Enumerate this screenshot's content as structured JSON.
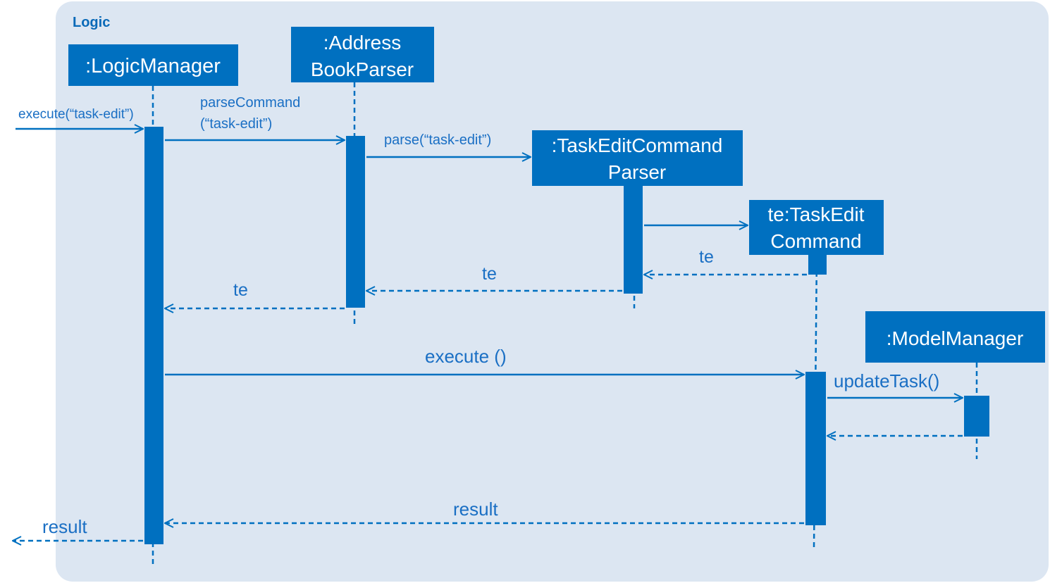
{
  "frame": {
    "label": "Logic"
  },
  "lifelines": [
    {
      "id": "logic-manager",
      "lines": [
        ":LogicManager"
      ]
    },
    {
      "id": "address-book-parser",
      "lines": [
        ":Address",
        "BookParser"
      ]
    },
    {
      "id": "task-edit-command-parser",
      "lines": [
        ":TaskEditCommand",
        "Parser"
      ]
    },
    {
      "id": "task-edit-command",
      "lines": [
        "te:TaskEdit",
        "Command"
      ]
    },
    {
      "id": "model-manager",
      "lines": [
        ":ModelManager"
      ]
    }
  ],
  "messages": [
    {
      "id": "execute-in",
      "lines": [
        "execute(“task-edit”)"
      ],
      "kind": "call"
    },
    {
      "id": "parse-command",
      "lines": [
        "parseCommand",
        "(“task-edit”)"
      ],
      "kind": "call"
    },
    {
      "id": "parse",
      "lines": [
        "parse(“task-edit”)"
      ],
      "kind": "call"
    },
    {
      "id": "create-te",
      "lines": [],
      "kind": "call"
    },
    {
      "id": "return-te-1",
      "lines": [
        "te"
      ],
      "kind": "return"
    },
    {
      "id": "return-te-2",
      "lines": [
        "te"
      ],
      "kind": "return"
    },
    {
      "id": "return-te-3",
      "lines": [
        "te"
      ],
      "kind": "return"
    },
    {
      "id": "execute",
      "lines": [
        "execute ()"
      ],
      "kind": "call"
    },
    {
      "id": "update-task",
      "lines": [
        "updateTask()"
      ],
      "kind": "call"
    },
    {
      "id": "return-update",
      "lines": [],
      "kind": "return"
    },
    {
      "id": "return-result-1",
      "lines": [
        "result"
      ],
      "kind": "return"
    },
    {
      "id": "return-result-2",
      "lines": [
        "result"
      ],
      "kind": "return"
    }
  ],
  "colors": {
    "frame": "#dce6f2",
    "box": "#0070c0",
    "box_text": "#ffffff",
    "label": "#1a6fc4",
    "frame_label": "#0a6ab8"
  }
}
